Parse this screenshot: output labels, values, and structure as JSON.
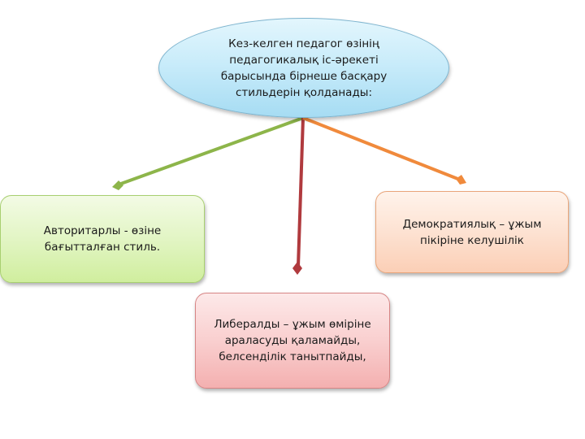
{
  "diagram": {
    "central": {
      "text": "Кез-келген педагог өзінің педагогикалық іс-әрекеті барысында бірнеше басқару стильдерін қолданады:",
      "color": "#c9ecfa"
    },
    "branches": [
      {
        "id": "authoritarian",
        "text": "Авторитарлы - өзіне бағытталған стиль.",
        "box_color": "#e2f5c4",
        "arrow_color": "#8db54a"
      },
      {
        "id": "liberal",
        "text": "Либералды – ұжым өміріне араласуды қаламайды, белсенділік танытпайды,",
        "box_color": "#f9cfcf",
        "arrow_color": "#b03a3e"
      },
      {
        "id": "democratic",
        "text": "Демократиялық – ұжым пікіріне келушілік",
        "box_color": "#fde2d2",
        "arrow_color": "#f08a3c"
      }
    ]
  }
}
